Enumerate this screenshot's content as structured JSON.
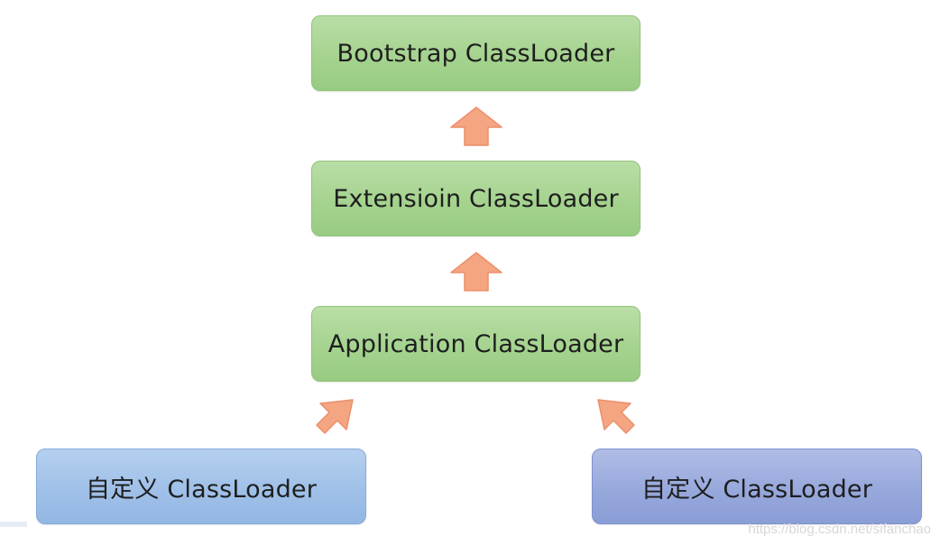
{
  "nodes": {
    "bootstrap": "Bootstrap ClassLoader",
    "extension": "Extensioin ClassLoader",
    "application": "Application ClassLoader",
    "custom_left": "自定义 ClassLoader",
    "custom_right": "自定义 ClassLoader"
  },
  "watermark": "https://blog.csdn.net/sifanchao",
  "colors": {
    "green_node": "#a5d38f",
    "blue_node": "#9fc0e8",
    "purple_node": "#97a8dc",
    "arrow": "#f4a582"
  },
  "edges": [
    {
      "from": "extension",
      "to": "bootstrap"
    },
    {
      "from": "application",
      "to": "extension"
    },
    {
      "from": "custom_left",
      "to": "application"
    },
    {
      "from": "custom_right",
      "to": "application"
    }
  ]
}
